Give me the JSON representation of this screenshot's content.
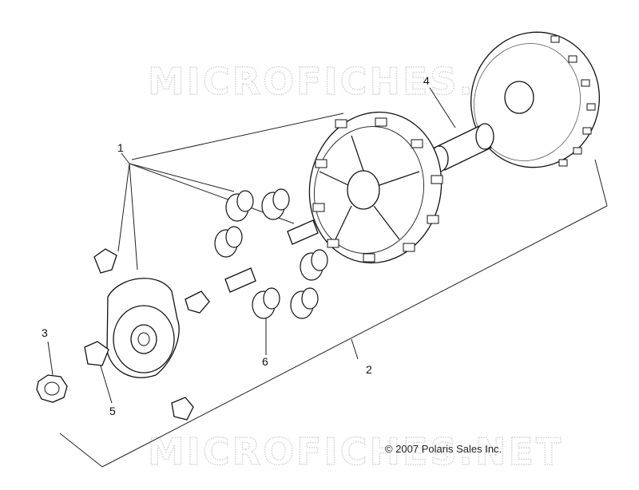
{
  "diagram": {
    "watermark_top": "MICROFICHES.NET",
    "watermark_bottom": "MICROFICHES.NET",
    "copyright": "© 2007 Polaris Sales Inc.",
    "callouts": [
      "1",
      "2",
      "3",
      "4",
      "5",
      "6"
    ]
  }
}
